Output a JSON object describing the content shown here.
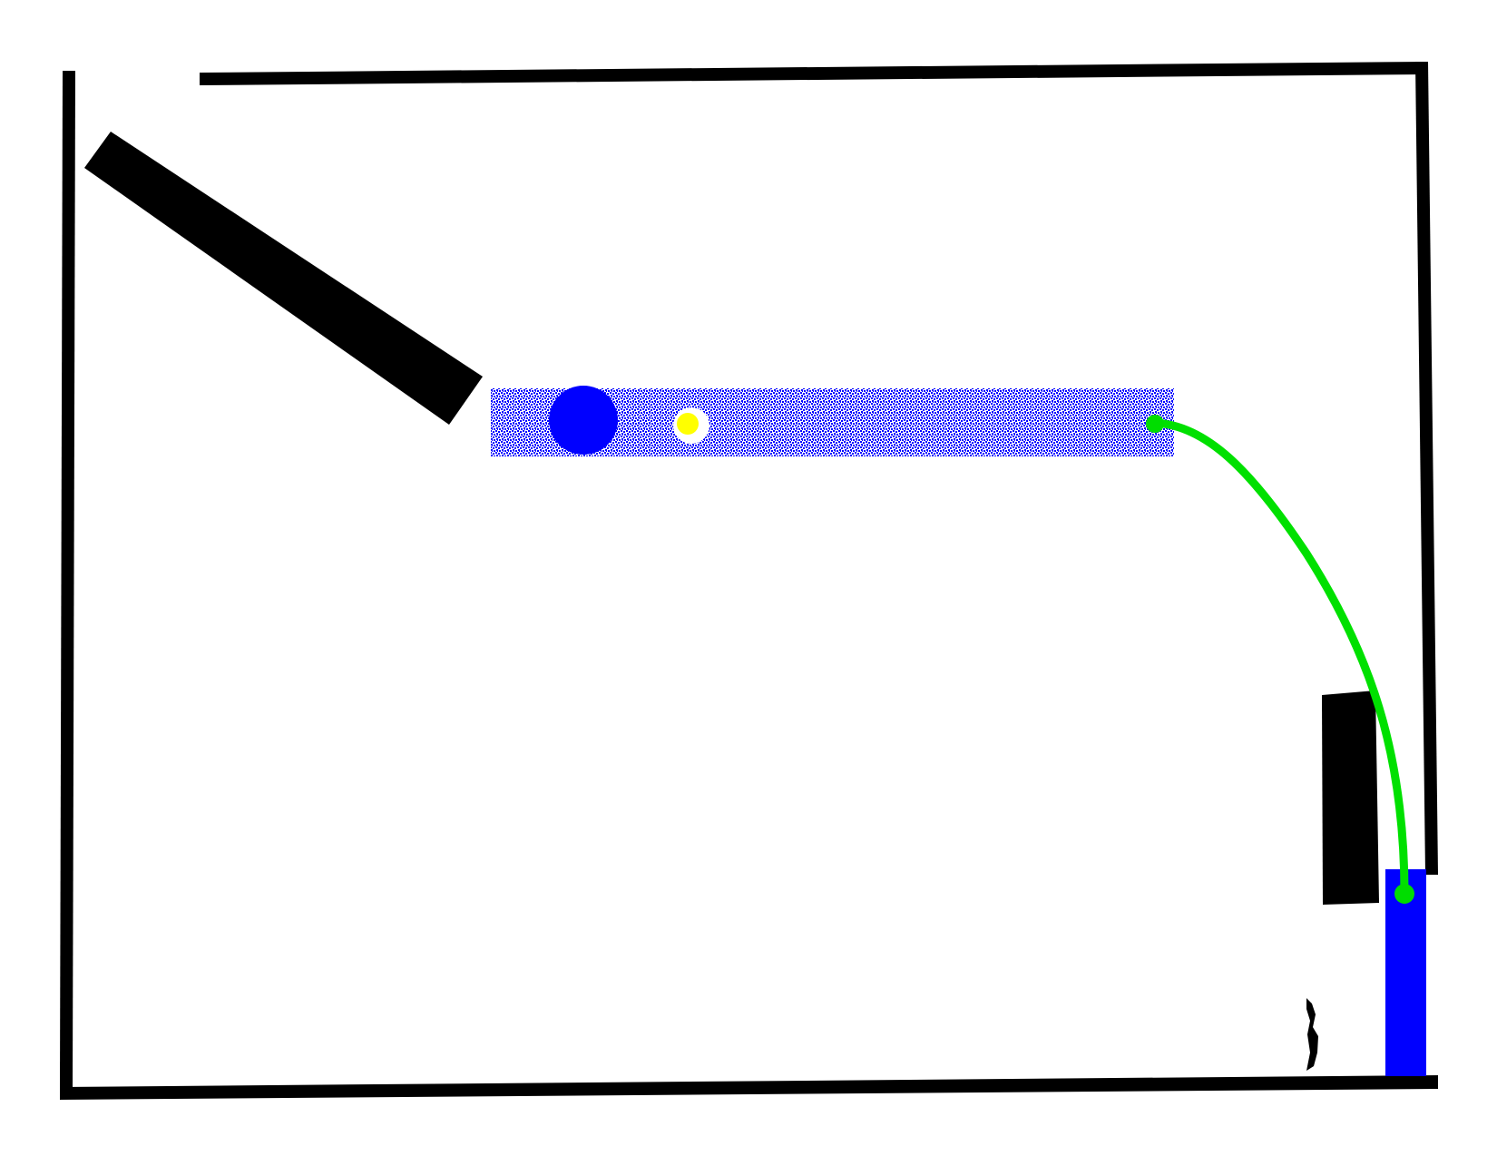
{
  "map": {
    "background_color": "#ffffff",
    "wall_color": "#000000",
    "region_color": "#0000ff",
    "path_color": "#00e000",
    "goal_color": "#0000ff",
    "agent_color": "#ffff00",
    "start_marker_color": "#00dd00",
    "markers": [
      {
        "name": "goal-marker",
        "icon": "filled-circle",
        "color": "#0000ff"
      },
      {
        "name": "agent-marker",
        "icon": "yellow-dot",
        "color": "#ffff00"
      },
      {
        "name": "path-start-marker",
        "icon": "green-dot",
        "color": "#00dd00"
      },
      {
        "name": "path-end-marker",
        "icon": "green-dot",
        "color": "#00dd00"
      }
    ]
  }
}
